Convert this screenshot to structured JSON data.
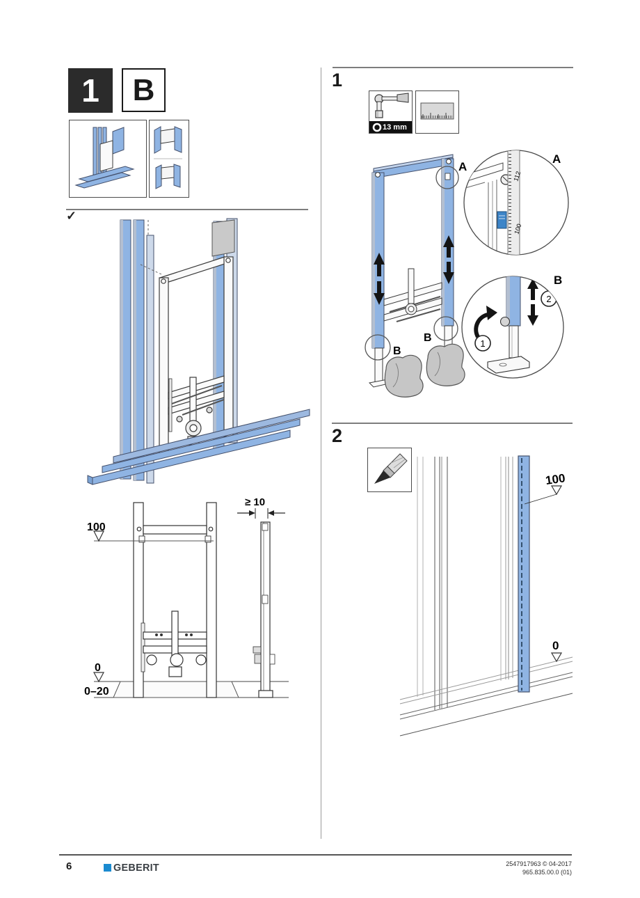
{
  "badges": {
    "step": "1",
    "variant": "B"
  },
  "overview": {
    "checkmark": "✓",
    "levels": {
      "level_100": "100",
      "level_0": "0",
      "screed_range": "0–20",
      "min_gap": "≥ 10"
    }
  },
  "step1": {
    "number": "1",
    "tools": {
      "socket_size": "13 mm"
    },
    "callouts": {
      "a_frame": "A",
      "a_detail": "A",
      "b_left": "B",
      "b_right": "B",
      "b_detail": "B",
      "action_1": "1",
      "action_2": "2"
    },
    "ruler": {
      "mark_112": "112",
      "mark_100": "100"
    }
  },
  "step2": {
    "number": "2",
    "levels": {
      "level_100": "100",
      "level_0": "0"
    }
  },
  "footer": {
    "page_number": "6",
    "brand": "GEBERIT",
    "doc_number": "2547917963 © 04-2017",
    "doc_version": "965.835.00.0 (01)"
  },
  "colors": {
    "frame_blue": "#8fb4e3",
    "frame_blue_shade": "#b3bfd1",
    "label_blue": "#3d85c8",
    "brand_blue": "#1b8bd0",
    "line_dark": "#3a3a3a",
    "part_gray": "#c9c9c9"
  }
}
